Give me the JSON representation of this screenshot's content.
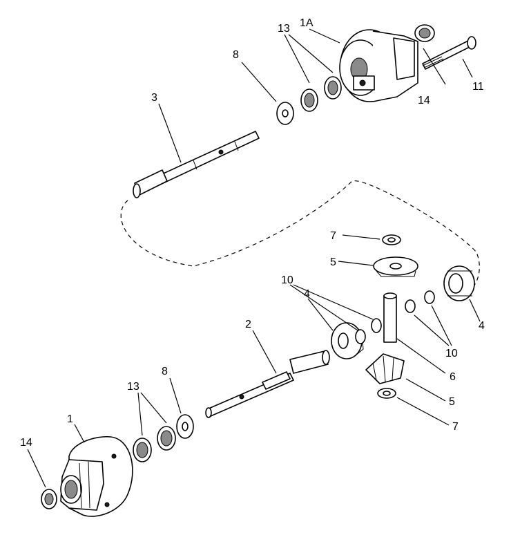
{
  "callouts": {
    "c1": "1",
    "c1a": "1A",
    "c2": "2",
    "c3": "3",
    "c4_left": "4",
    "c4_right": "4",
    "c5_top": "5",
    "c5_bottom": "5",
    "c6": "6",
    "c7_top": "7",
    "c7_bottom": "7",
    "c8_top": "8",
    "c8_bottom": "8",
    "c10_top": "10",
    "c10_bottom": "10",
    "c11": "11",
    "c13_top": "13",
    "c13_bottom": "13",
    "c14_top": "14",
    "c14_bottom": "14"
  }
}
